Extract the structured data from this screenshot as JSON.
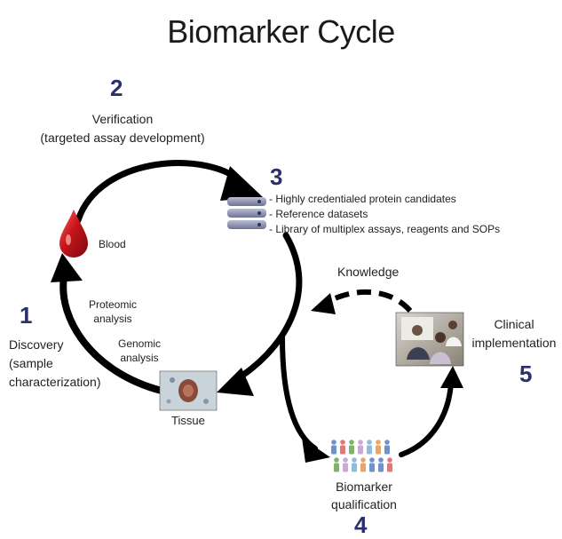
{
  "title": "Biomarker Cycle",
  "steps": [
    {
      "number": "1",
      "label_lines": [
        "Discovery",
        "(sample",
        "characterization)"
      ]
    },
    {
      "number": "2",
      "label_lines": [
        "Verification",
        "(targeted assay development)"
      ]
    },
    {
      "number": "3",
      "items": [
        "- Highly credentialed protein candidates",
        "- Reference datasets",
        "- Library of multiplex assays, reagents and SOPs"
      ]
    },
    {
      "number": "4",
      "label_lines": [
        "Biomarker",
        "qualification"
      ]
    },
    {
      "number": "5",
      "label_lines": [
        "Clinical",
        "implementation"
      ]
    }
  ],
  "labels": {
    "blood": "Blood",
    "tissue": "Tissue",
    "knowledge": "Knowledge",
    "proteomic": [
      "Proteomic",
      "analysis"
    ],
    "genomic": [
      "Genomic",
      "analysis"
    ]
  },
  "colors": {
    "number": "#2b2f6b",
    "arrow": "#000000",
    "blood": "#c8141c",
    "database": "#7f86a8"
  },
  "icons": [
    "blood-drop-icon",
    "database-icon",
    "tissue-image",
    "clinical-photo",
    "people-group-icon"
  ]
}
